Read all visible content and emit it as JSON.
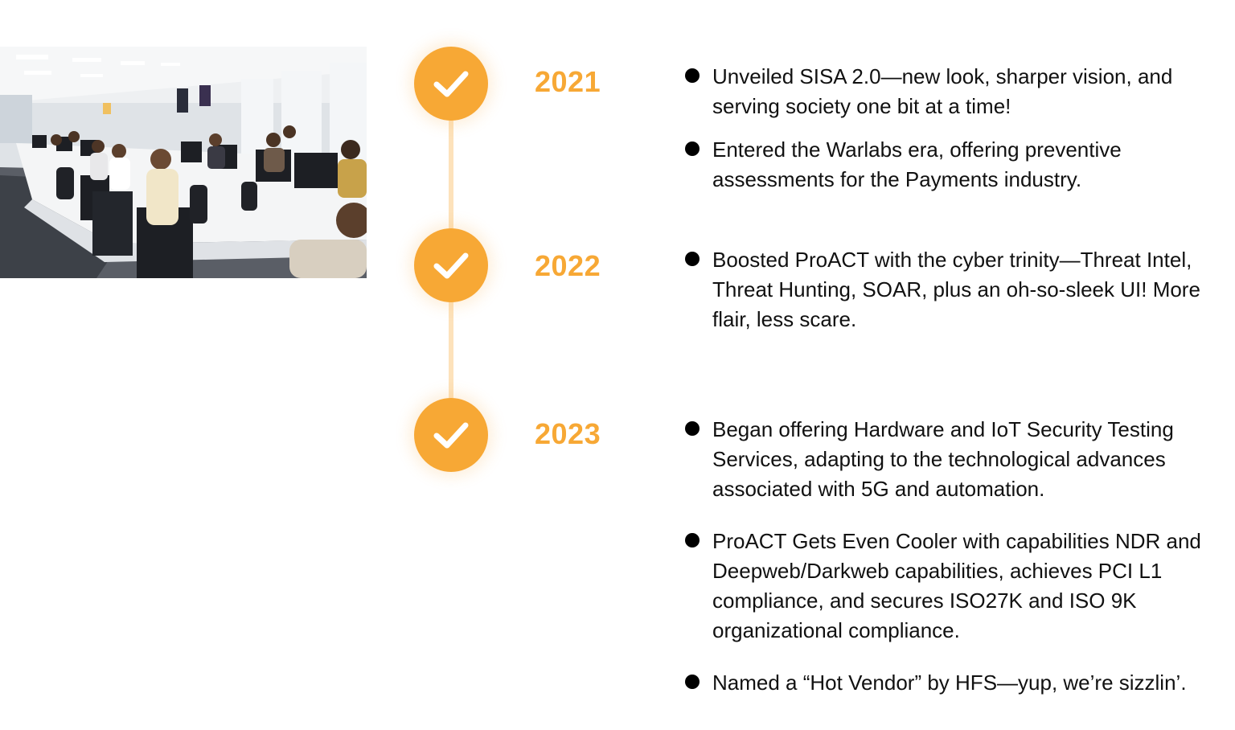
{
  "photo": {
    "description_icon": "office-photo"
  },
  "colors": {
    "accent": "#f7a835",
    "line": "#fde2bb",
    "text": "#111111"
  },
  "timeline": [
    {
      "year": "2021",
      "items": [
        "Unveiled SISA 2.0—new look, sharper vision, and serving society one bit at a time!",
        "Entered the Warlabs era, offering preventive assessments for the Payments industry."
      ]
    },
    {
      "year": "2022",
      "items": [
        "Boosted ProACT with the cyber trinity—Threat Intel, Threat Hunting, SOAR, plus an oh-so-sleek UI! More flair, less scare."
      ]
    },
    {
      "year": "2023",
      "items": [
        "Began offering Hardware and IoT Security Testing Services, adapting to the technological advances associated with 5G and automation.",
        "ProACT Gets Even Cooler with capabilities NDR and Deepweb/Darkweb capabilities, achieves PCI L1 compliance, and secures ISO27K and ISO 9K organizational compliance.",
        "Named a “Hot Vendor” by HFS—yup, we’re sizzlin’."
      ]
    }
  ]
}
